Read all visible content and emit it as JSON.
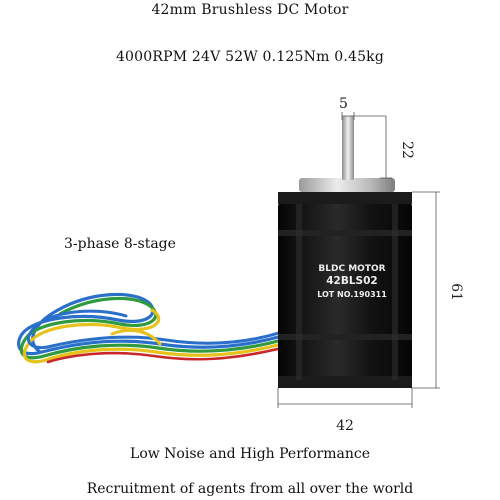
{
  "title": "42mm Brushless DC Motor",
  "specs": "4000RPM 24V 52W 0.125Nm 0.45kg",
  "phase_note": "3-phase 8-stage",
  "tagline": "Low Noise and High Performance",
  "recruitment": "Recruitment of agents from all over the world",
  "dimensions": {
    "shaft_diameter": "5",
    "shaft_length": "22",
    "body_length": "61",
    "body_width": "42"
  },
  "motor_label": {
    "line1": "BLDC MOTOR",
    "line2": "42BLS02",
    "line3": "LOT NO.190311"
  },
  "colors": {
    "background": "#ffffff",
    "motor_body": "#141414",
    "wire_blue": "#2a6fc9",
    "wire_green": "#2f9a3e",
    "wire_yellow": "#e6c21a",
    "wire_red": "#c8262a"
  }
}
